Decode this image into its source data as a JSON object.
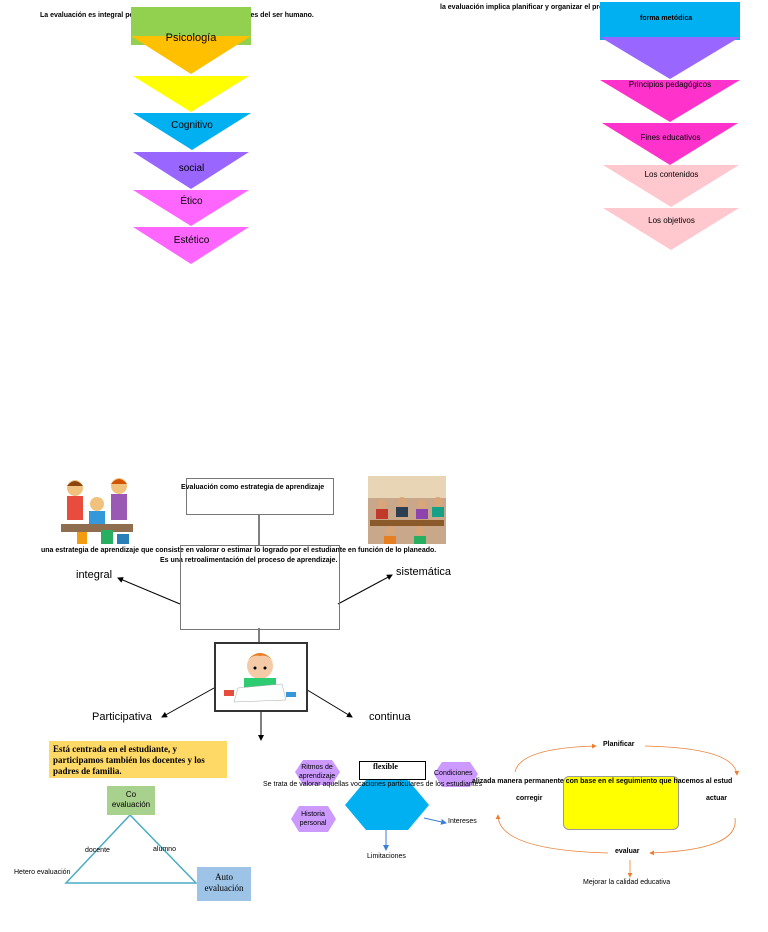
{
  "left_funnel": {
    "heading": "La evaluación es integral porque tiene en cuenta las dimensiones del ser humano.",
    "items": [
      {
        "label": "Psicología",
        "color": "#ffc000"
      },
      {
        "label": "",
        "color": "#ffff00"
      },
      {
        "label": "Cognitivo",
        "color": "#00b0f0"
      },
      {
        "label": "social",
        "color": "#9966ff"
      },
      {
        "label": "Ético",
        "color": "#ff66ff"
      },
      {
        "label": "Estético",
        "color": "#ff66ff"
      }
    ],
    "top_box_color": "#92d050"
  },
  "right_funnel": {
    "heading": "la evaluación implica planificar y organizar el proceso. desarrollar las actividades para rec",
    "subheading": "forma metódica",
    "items": [
      {
        "label": "",
        "color": "#9966ff"
      },
      {
        "label": "Principios pedagógicos",
        "color": "#ff33cc"
      },
      {
        "label": "Fines educativos",
        "color": "#ff33cc"
      },
      {
        "label": "Los contenidos",
        "color": "#ffc7ce"
      },
      {
        "label": "Los objetivos",
        "color": "#ffc7ce"
      }
    ],
    "top_box_color": "#00b0f0"
  },
  "center_map": {
    "title": "Evaluación como estrategia de aprendizaje",
    "definition_1": "una estrategia de aprendizaje que consiste en valorar o estimar lo logrado por el estudiante en función de lo planeado.",
    "definition_2": "Es una retroalimentación del proceso de aprendizaje.",
    "integral": "integral",
    "sistematica": "sistemática",
    "participativa": "Participativa",
    "continua": "continua",
    "participativa_note": "Está centrada en el estudiante, y participamos también los docentes y los padres de familia."
  },
  "triangle": {
    "coevaluacion": "Co evaluación",
    "autoevaluacion": "Auto evaluación",
    "heteroevaluacion": "Hetero evaluación",
    "docente": "docente",
    "alumno": "alumno"
  },
  "flexible": {
    "title": "flexible",
    "description": "Se trata de valorar aquellas vocaciones particulares de los estudiantes",
    "ritmos": "Ritmos de aprendizaje",
    "condiciones": "Condiciones",
    "historia": "Historia personal",
    "intereses": "Intereses",
    "limitaciones": "Limitaciones"
  },
  "cycle": {
    "description": "alizada manera permanente con base en el seguimiento que hacemos al estud",
    "planificar": "Planificar",
    "corregir": "corregir",
    "actuar": "actuar",
    "evaluar": "evaluar",
    "mejorar": "Mejorar la calidad educativa"
  }
}
